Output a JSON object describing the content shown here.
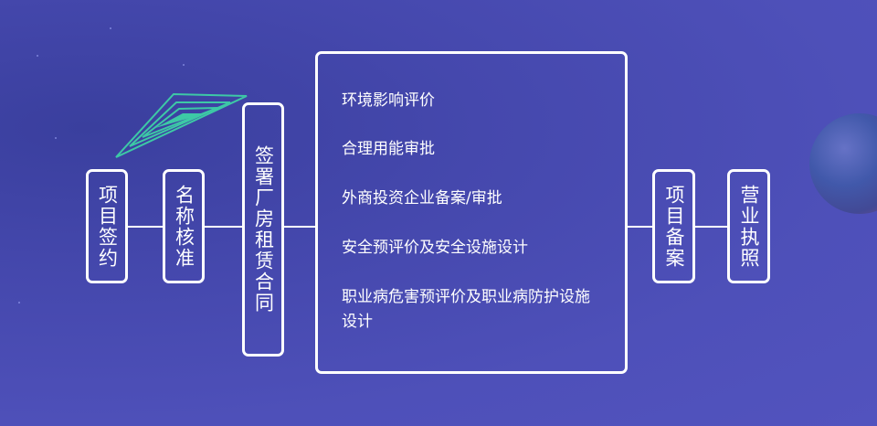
{
  "steps": {
    "s1": "项目签约",
    "s2": "名称核准",
    "s3": "签署厂房租赁合同",
    "s5": "项目备案",
    "s6": "营业执照"
  },
  "approvals": [
    "环境影响评价",
    "合理用能审批",
    "外商投资企业备案/审批",
    "安全预评价及安全设施设计",
    "职业病危害预评价及职业病防护设施设计"
  ],
  "colors": {
    "background": "#4e50b9",
    "accent": "#3dc9a6",
    "border": "#ffffff"
  }
}
